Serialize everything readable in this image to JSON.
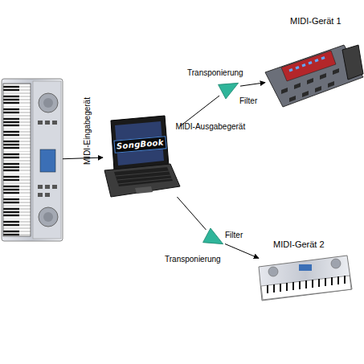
{
  "diagram": {
    "nodes": [
      {
        "text": [
          "MIDI-Eingabegerät"
        ]
      },
      {
        "text": [
          "SongBook",
          "MIDI-Ausgabegerät"
        ]
      },
      {
        "text": [
          "Filter"
        ]
      },
      {
        "text": [
          "MIDI-Gerät 1"
        ]
      },
      {
        "text": [
          "Filter"
        ]
      },
      {
        "text": [
          "MIDI-Gerät 2"
        ]
      }
    ],
    "edges": [
      {
        "from": 0,
        "to": 1,
        "arrow": "to"
      },
      {
        "from": 1,
        "to": 2,
        "label": "Transponierung",
        "arrow": "none"
      },
      {
        "from": 2,
        "to": 3,
        "arrow": "to"
      },
      {
        "from": 1,
        "to": 4,
        "label": "Transponierung",
        "arrow": "none"
      },
      {
        "from": 4,
        "to": 5,
        "arrow": "to"
      }
    ]
  }
}
